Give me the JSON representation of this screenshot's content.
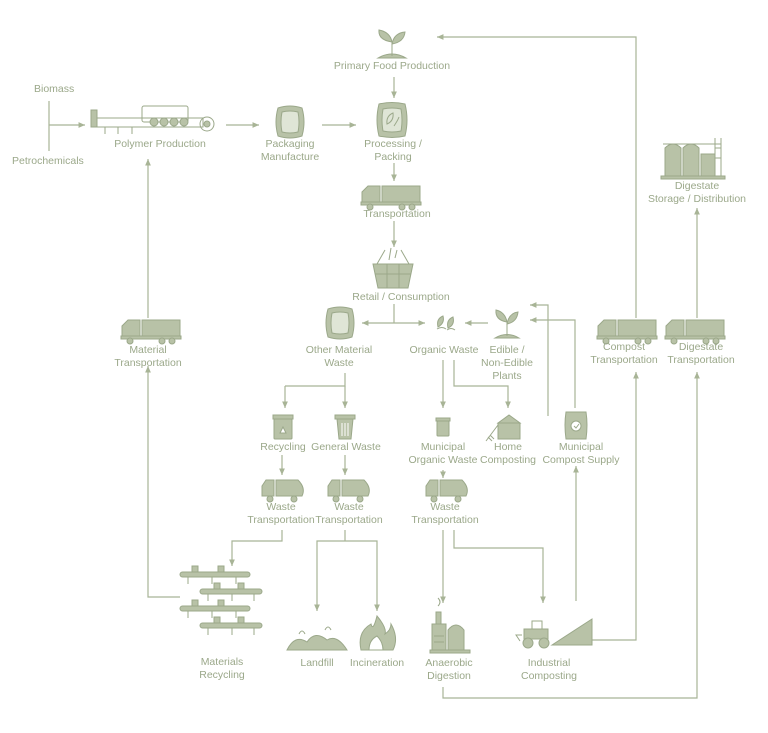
{
  "colors": {
    "ink": "#9ba88a",
    "fill": "#b8c2a7",
    "bg": "#ffffff"
  },
  "nodes": {
    "primary_food_production": {
      "lines": [
        "Primary Food Production"
      ],
      "icon": "sprout-icon"
    },
    "biomass": {
      "lines": [
        "Biomass"
      ]
    },
    "petrochemicals": {
      "lines": [
        "Petrochemicals"
      ]
    },
    "polymer_production": {
      "lines": [
        "Polymer Production"
      ],
      "icon": "extruder-icon"
    },
    "packaging_manufacture": {
      "lines": [
        "Packaging",
        "Manufacture"
      ],
      "icon": "package-bag-icon"
    },
    "processing_packing": {
      "lines": [
        "Processing /",
        "Packing"
      ],
      "icon": "processed-pack-icon"
    },
    "transportation": {
      "lines": [
        "Transportation"
      ],
      "icon": "truck-icon"
    },
    "retail_consumption": {
      "lines": [
        "Retail / Consumption"
      ],
      "icon": "shopping-basket-icon"
    },
    "other_material_waste": {
      "lines": [
        "Other Material",
        "Waste"
      ],
      "icon": "package-bag-icon"
    },
    "organic_waste": {
      "lines": [
        "Organic Waste"
      ],
      "icon": "leaves-icon"
    },
    "edible_plants": {
      "lines": [
        "Edible /",
        "Non-Edible",
        "Plants"
      ],
      "icon": "sprout-icon"
    },
    "material_transportation": {
      "lines": [
        "Material",
        "Transportation"
      ],
      "icon": "truck-icon"
    },
    "compost_transportation": {
      "lines": [
        "Compost",
        "Transportation"
      ],
      "icon": "truck-icon"
    },
    "digestate_transportation": {
      "lines": [
        "Digestate",
        "Transportation"
      ],
      "icon": "truck-icon"
    },
    "digestate_storage": {
      "lines": [
        "Digestate",
        "Storage / Distribution"
      ],
      "icon": "silo-icon"
    },
    "recycling": {
      "lines": [
        "Recycling"
      ],
      "icon": "recycling-bin-icon"
    },
    "general_waste": {
      "lines": [
        "General Waste"
      ],
      "icon": "waste-bin-icon"
    },
    "municipal_organic_waste": {
      "lines": [
        "Municipal",
        "Organic Waste"
      ],
      "icon": "organic-bin-icon"
    },
    "home_composting": {
      "lines": [
        "Home",
        "Composting"
      ],
      "icon": "compost-box-icon"
    },
    "municipal_compost_supply": {
      "lines": [
        "Municipal",
        "Compost Supply"
      ],
      "icon": "compost-bag-icon"
    },
    "waste_transportation_1": {
      "lines": [
        "Waste",
        "Transportation"
      ],
      "icon": "garbage-truck-icon"
    },
    "waste_transportation_2": {
      "lines": [
        "Waste",
        "Transportation"
      ],
      "icon": "garbage-truck-icon"
    },
    "waste_transportation_3": {
      "lines": [
        "Waste",
        "Transportation"
      ],
      "icon": "garbage-truck-icon"
    },
    "materials_recycling": {
      "lines": [
        "Materials",
        "Recycling"
      ],
      "icon": "conveyor-icon"
    },
    "landfill": {
      "lines": [
        "Landfill"
      ],
      "icon": "landfill-icon"
    },
    "incineration": {
      "lines": [
        "Incineration"
      ],
      "icon": "fire-icon"
    },
    "anaerobic_digestion": {
      "lines": [
        "Anaerobic",
        "Digestion"
      ],
      "icon": "factory-icon"
    },
    "industrial_composting": {
      "lines": [
        "Industrial",
        "Composting"
      ],
      "icon": "tractor-icon"
    }
  }
}
